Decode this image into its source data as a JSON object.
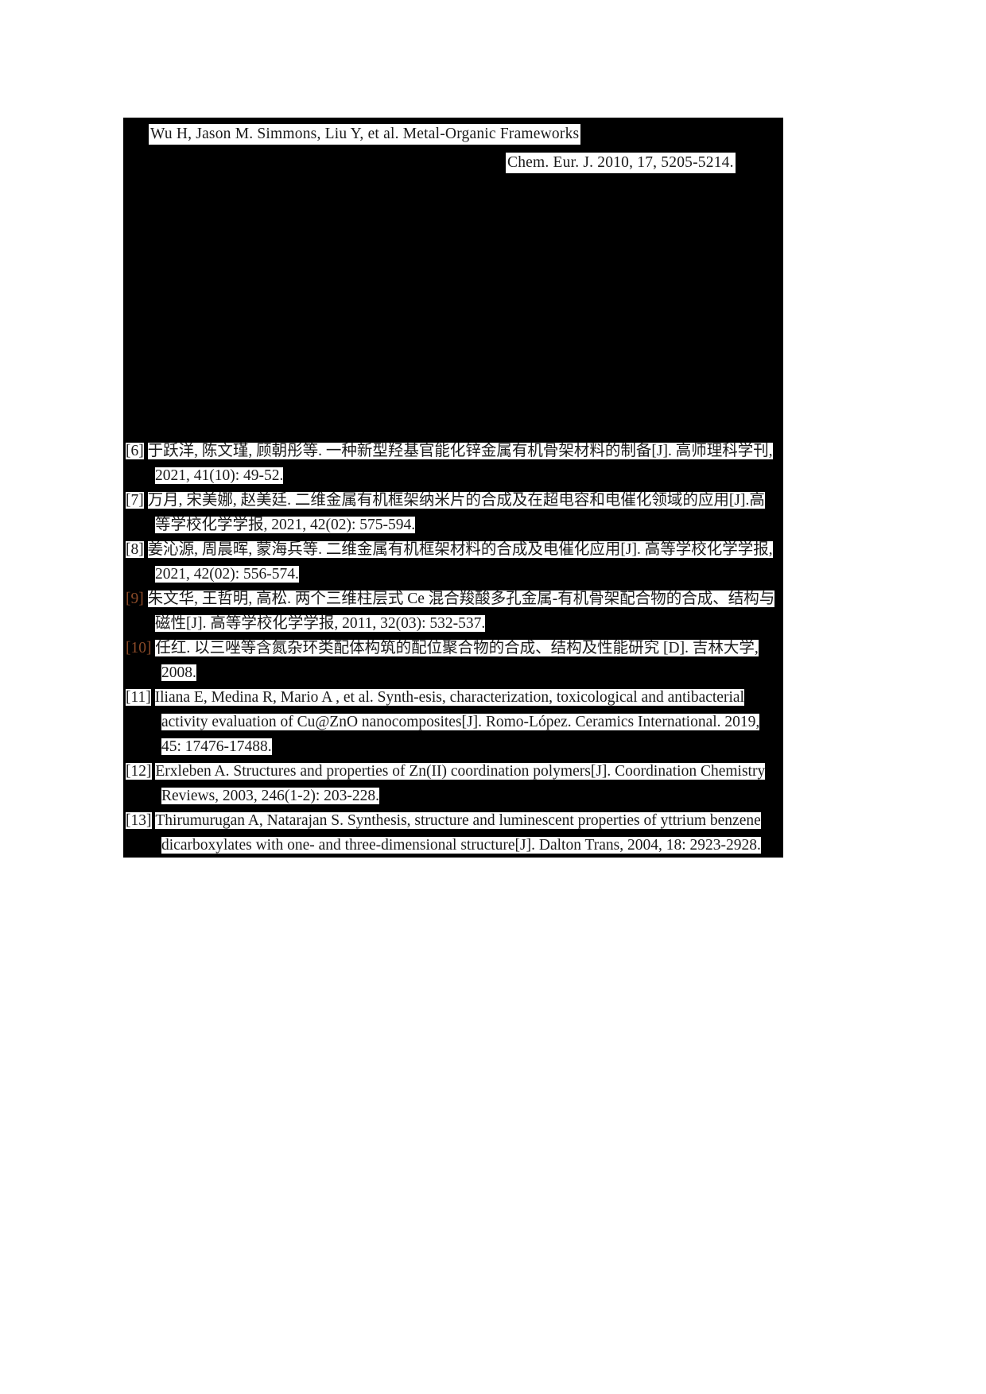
{
  "document": {
    "type": "academic-bibliography-page",
    "page_background": "#ffffff",
    "redaction_color": "#000000",
    "text_color": "#1a1a1a",
    "accent_ref_number_color": "#8a4a28"
  },
  "redacted_block": {
    "visible_line_1": "Wu H, Jason M. Simmons, Liu Y, et al. Metal-Organic Frameworks",
    "visible_line_2": "Chem. Eur. J. 2010, 17, 5205-5214."
  },
  "references": [
    {
      "number": "[6]",
      "number_accent": false,
      "lines": [
        "于跃洋, 陈文瑾, 顾朝彤等. 一种新型羟基官能化锌金属有机骨架材料的制备[J]. 高师理科学刊,",
        "2021, 41(10): 49-52."
      ]
    },
    {
      "number": "[7]",
      "number_accent": false,
      "lines": [
        "万月, 宋美娜, 赵美廷. 二维金属有机框架纳米片的合成及在超电容和电催化领域的应用[J].高",
        "等学校化学学报, 2021, 42(02): 575-594."
      ]
    },
    {
      "number": "[8]",
      "number_accent": false,
      "lines": [
        "姜沁源, 周晨晖, 蒙海兵等. 二维金属有机框架材料的合成及电催化应用[J]. 高等学校化学学报,",
        "2021, 42(02): 556-574."
      ]
    },
    {
      "number": "[9]",
      "number_accent": true,
      "lines": [
        "朱文华, 王哲明, 高松. 两个三维柱层式 Ce 混合羧酸多孔金属-有机骨架配合物的合成、结构与",
        "磁性[J]. 高等学校化学学报, 2011, 32(03): 532-537."
      ]
    },
    {
      "number": "[10]",
      "number_accent": true,
      "lines": [
        "任红. 以三唑等含氮杂环类配体构筑的配位聚合物的合成、结构及性能研究 [D]. 吉林大学,",
        "2008."
      ]
    },
    {
      "number": "[11]",
      "number_accent": false,
      "lines": [
        "Iliana E, Medina R, Mario A , et al. Synth-esis, characterization, toxicological and antibacterial",
        "activity evaluation of Cu@ZnO nanocomposites[J]. Romo-López. Ceramics International. 2019,",
        "45: 17476-17488."
      ]
    },
    {
      "number": "[12]",
      "number_accent": false,
      "lines": [
        "Erxleben A. Structures and properties of Zn(II) coordination polymers[J]. Coordination Chemistry",
        "Reviews, 2003, 246(1-2): 203-228."
      ]
    },
    {
      "number": "[13]",
      "number_accent": false,
      "lines": [
        "Thirumurugan A, Natarajan S. Synthesis, structure and luminescent properties of yttrium benzene",
        "dicarboxylates with one- and three-dimensional structure[J]. Dalton Trans, 2004, 18: 2923-2928."
      ]
    }
  ]
}
